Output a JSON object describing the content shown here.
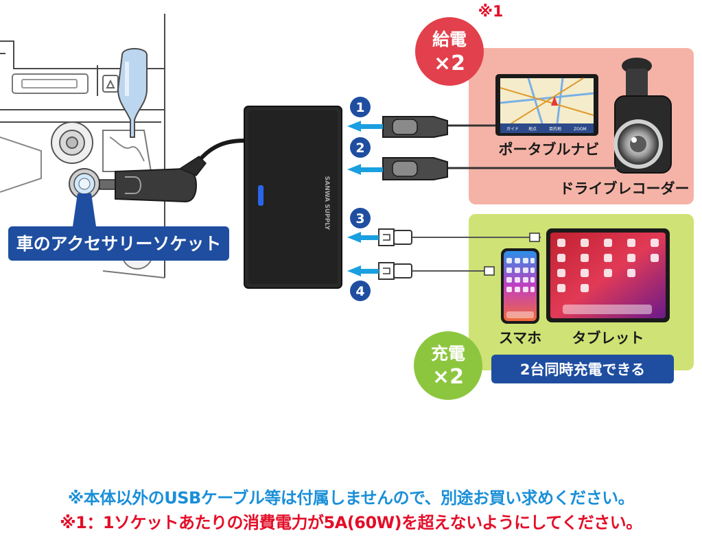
{
  "labels": {
    "feed_badge_line1": "給電",
    "feed_badge_line2": "×2",
    "charge_badge_line1": "充電",
    "charge_badge_line2": "×2",
    "footnote_marker": "※1",
    "socket_label": "車のアクセサリーソケット",
    "portable_navi": "ポータブルナビ",
    "drive_recorder": "ドライブレコーダー",
    "smartphone": "スマホ",
    "tablet": "タブレット",
    "simultaneous_charge": "2台同時充電できる",
    "brand_text": "SANWA SUPPLY",
    "port_1": "1",
    "port_2": "2",
    "port_3": "3",
    "port_4": "4",
    "navi_buttons": [
      "ガイド",
      "地点",
      "目的地",
      "ZOOM"
    ]
  },
  "notes": {
    "line1": "※本体以外のUSBケーブル等は付属しませんので、別途お買い求めください。",
    "line2": "※1：1ソケットあたりの消費電力が5A(60W)を超えないようにしてください。"
  },
  "colors": {
    "feed_panel": "#f4b3a6",
    "feed_badge": "#e2404c",
    "charge_panel": "#cfe275",
    "charge_badge": "#8cc63f",
    "label_blue": "#1f4ea0",
    "arrow_blue": "#1a9fe0",
    "note_blue": "#1a8fd8",
    "note_red": "#e30e28"
  }
}
